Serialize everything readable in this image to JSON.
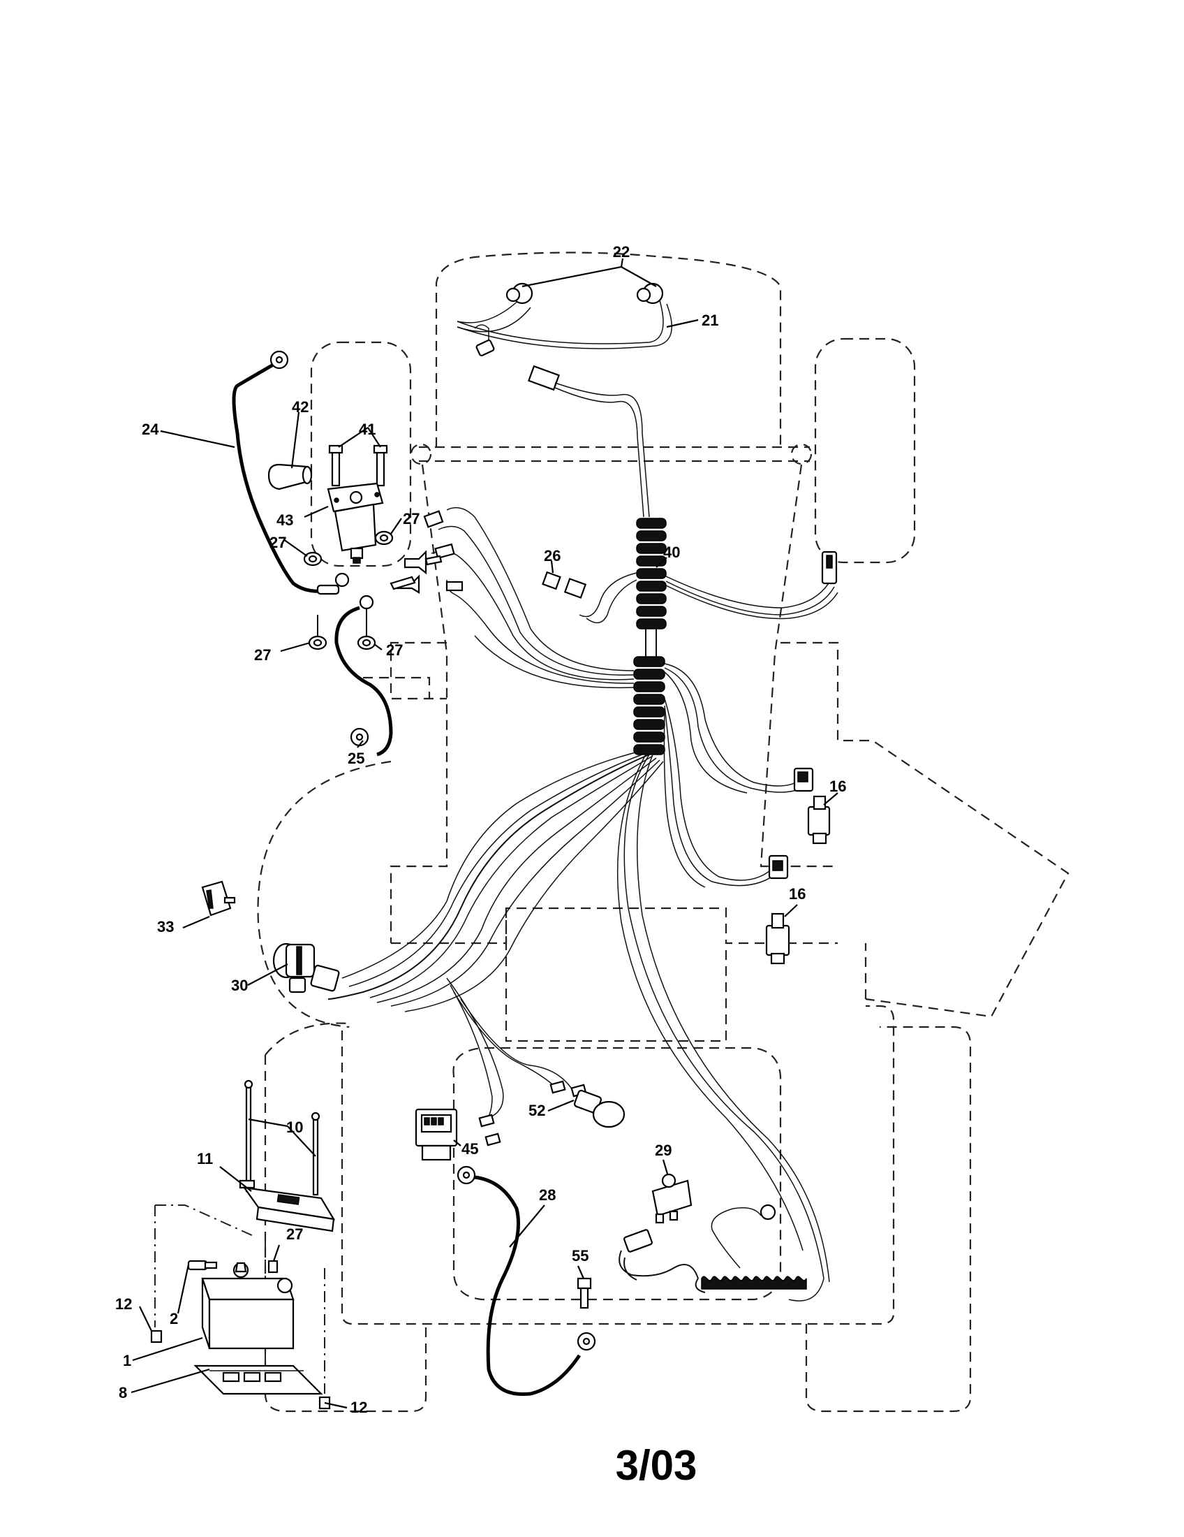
{
  "diagram": {
    "callouts": [
      {
        "id": "c22",
        "label": "22"
      },
      {
        "id": "c21",
        "label": "21"
      },
      {
        "id": "c24",
        "label": "24"
      },
      {
        "id": "c42",
        "label": "42"
      },
      {
        "id": "c41",
        "label": "41"
      },
      {
        "id": "c43",
        "label": "43"
      },
      {
        "id": "c27a",
        "label": "27"
      },
      {
        "id": "c27b",
        "label": "27"
      },
      {
        "id": "c27c",
        "label": "27"
      },
      {
        "id": "c27d",
        "label": "27"
      },
      {
        "id": "c26",
        "label": "26"
      },
      {
        "id": "c40",
        "label": "40"
      },
      {
        "id": "c25",
        "label": "25"
      },
      {
        "id": "c16a",
        "label": "16"
      },
      {
        "id": "c16b",
        "label": "16"
      },
      {
        "id": "c33",
        "label": "33"
      },
      {
        "id": "c30",
        "label": "30"
      },
      {
        "id": "c10",
        "label": "10"
      },
      {
        "id": "c11",
        "label": "11"
      },
      {
        "id": "c45",
        "label": "45"
      },
      {
        "id": "c52",
        "label": "52"
      },
      {
        "id": "c29",
        "label": "29"
      },
      {
        "id": "c28",
        "label": "28"
      },
      {
        "id": "c27e",
        "label": "27"
      },
      {
        "id": "c55",
        "label": "55"
      },
      {
        "id": "c12a",
        "label": "12"
      },
      {
        "id": "c2",
        "label": "2"
      },
      {
        "id": "c1",
        "label": "1"
      },
      {
        "id": "c8",
        "label": "8"
      },
      {
        "id": "c12b",
        "label": "12"
      }
    ]
  },
  "footer": {
    "date_code": "3/03"
  }
}
